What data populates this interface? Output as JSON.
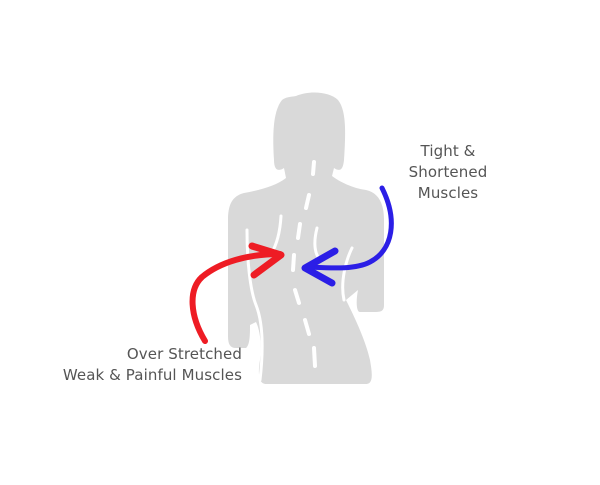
{
  "diagram": {
    "labels": {
      "tight": {
        "line1": "Tight &",
        "line2": "Shortened Muscles"
      },
      "overstretched": {
        "line1": "Over Stretched",
        "line2": "Weak & Painful Muscles"
      }
    },
    "colors": {
      "background": "#ffffff",
      "body": "#d9d9d9",
      "spine_lines": "#ffffff",
      "arrow_overstretched": "#ee1c24",
      "arrow_tight": "#2b1ee6",
      "text": "#555555"
    },
    "elements": [
      "human-back-silhouette",
      "spine-dashed-line",
      "muscle-contour-lines",
      "red-arrow",
      "blue-arrow"
    ]
  }
}
